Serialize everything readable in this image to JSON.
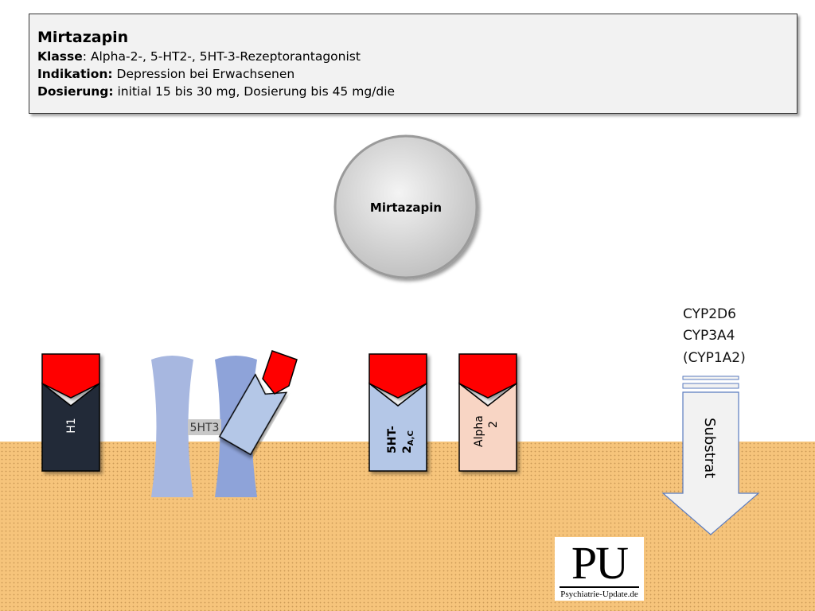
{
  "info": {
    "title": "Mirtazapin",
    "klasse_label": "Klasse",
    "klasse_value": ": Alpha-2-, 5-HT2-, 5HT-3-Rezeptorantagonist",
    "indikation_label": "Indikation:",
    "indikation_value": " Depression bei Erwachsenen",
    "dosierung_label": "Dosierung:",
    "dosierung_value": " initial 15 bis 30 mg, Dosierung bis 45 mg/die"
  },
  "drug": {
    "label": "Mirtazapin"
  },
  "receptors": {
    "h1": "H1",
    "ht3": "5HT3",
    "ht2_main": "5HT-",
    "ht2_num": "2",
    "ht2_sub": "A,C",
    "alpha_line1": "Alpha",
    "alpha_line2": "2"
  },
  "metabolism": {
    "enzymes": [
      "CYP2D6",
      "CYP3A4",
      "(CYP1A2)"
    ],
    "arrow_label": "Substrat"
  },
  "logo": {
    "letters": "PU",
    "site": "Psychiatrie-Update.de"
  },
  "colors": {
    "antagonist": "#ff0000",
    "h1": "#222a38",
    "ht2": "#b4c7e7",
    "alpha2": "#f8d5c4",
    "ht3": "#a5b5e0",
    "membrane": "#f6c47b"
  }
}
